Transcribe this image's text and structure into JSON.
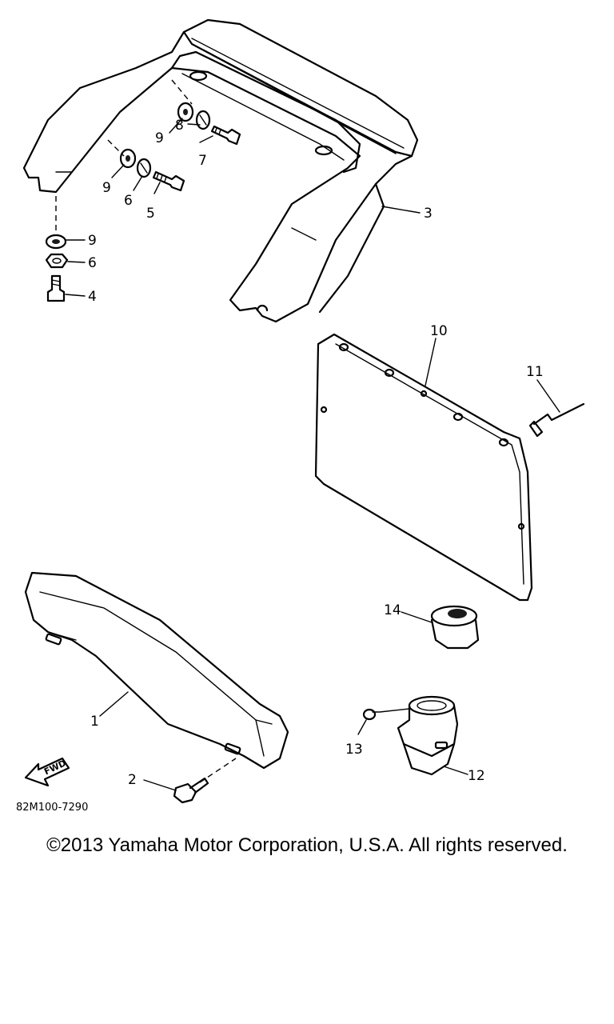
{
  "diagram": {
    "callouts": {
      "p1": "1",
      "p2": "2",
      "p3": "3",
      "p4": "4",
      "p5": "5",
      "p6a": "6",
      "p6b": "6",
      "p7": "7",
      "p8": "8",
      "p9a": "9",
      "p9b": "9",
      "p9c": "9",
      "p10": "10",
      "p11": "11",
      "p12": "12",
      "p13": "13",
      "p14": "14"
    },
    "fwd_label": "FWD",
    "ref_code": "82M100-7290"
  },
  "footer": {
    "copyright": "©2013 Yamaha Motor Corporation, U.S.A. All rights reserved."
  }
}
